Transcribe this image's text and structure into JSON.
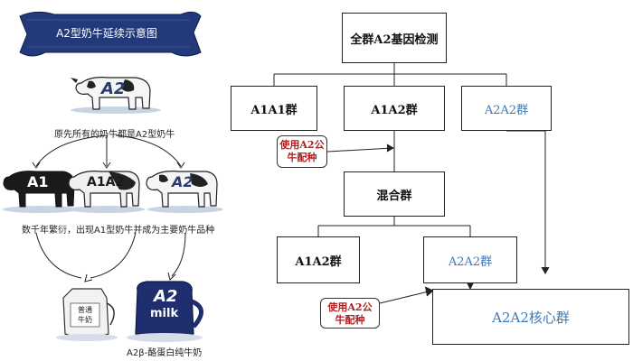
{
  "banner": {
    "title": "A2型奶牛延续示意图"
  },
  "left": {
    "top_cow_label": "A2",
    "caption_1": "原先所有的奶牛都是A2型奶牛",
    "cows": [
      "A1",
      "A1A2",
      "A2"
    ],
    "caption_2": "数千年繁衍，出现A1型奶牛并成为主要奶牛品种",
    "jug_label": "普通\n牛奶",
    "a2_jug_label": {
      "top": "A2",
      "bottom": "milk"
    },
    "caption_3": "A2β-酪蛋白纯牛奶"
  },
  "flow": {
    "root": "全群A2基因检测",
    "level1": [
      "A1A1群",
      "A1A2群",
      "A2A2群"
    ],
    "note1": "使用A2公牛配种",
    "mixed": "混合群",
    "level3": [
      "A1A2群",
      "A2A2群"
    ],
    "note2": "使用A2公牛配种",
    "core": "A2A2核心群"
  },
  "colors": {
    "banner": "#233a7a",
    "blue_text": "#3c7ab4",
    "note_red": "#b01d1d"
  }
}
